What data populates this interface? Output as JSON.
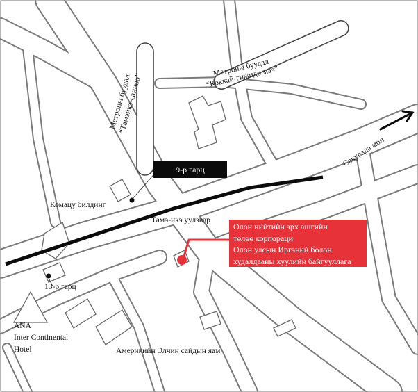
{
  "map": {
    "colors": {
      "background": "#ffffff",
      "road_fill": "#ffffff",
      "road_edge": "#777777",
      "block_fill": "#ffffff",
      "rail": "#0b0b0b",
      "highlight": "#e8323a",
      "frame": "#8a8a8a"
    },
    "stations": {
      "kokkai": {
        "line1": "Метроны буудал",
        "line2": "“Коккай-гижидо маэ”"
      },
      "tameike": {
        "line1": "Метроны буудал",
        "line2": "“Тамэикэ-санноо”"
      }
    },
    "exits": {
      "exit9": "9-р гарц",
      "exit13": "13-р гарц"
    },
    "buildings": {
      "komatsu": "Комацу билдинг",
      "hotel_line1": "ANA",
      "hotel_line2": "Inter Continental",
      "hotel_line3": "Hotel",
      "embassy": "Америкийн Элчин сайдын яам"
    },
    "streets": {
      "sakurada": "Сакурада мон",
      "intersection": "Тамэ-икэ уулзвар"
    },
    "destination": {
      "line1": "Олон нийтийн эрх ашгийн",
      "line2": "төлөө корпораци",
      "line3": "Олон улсын Иргэний болон",
      "line4": "худалдааны хуулийн байгууллага"
    }
  }
}
